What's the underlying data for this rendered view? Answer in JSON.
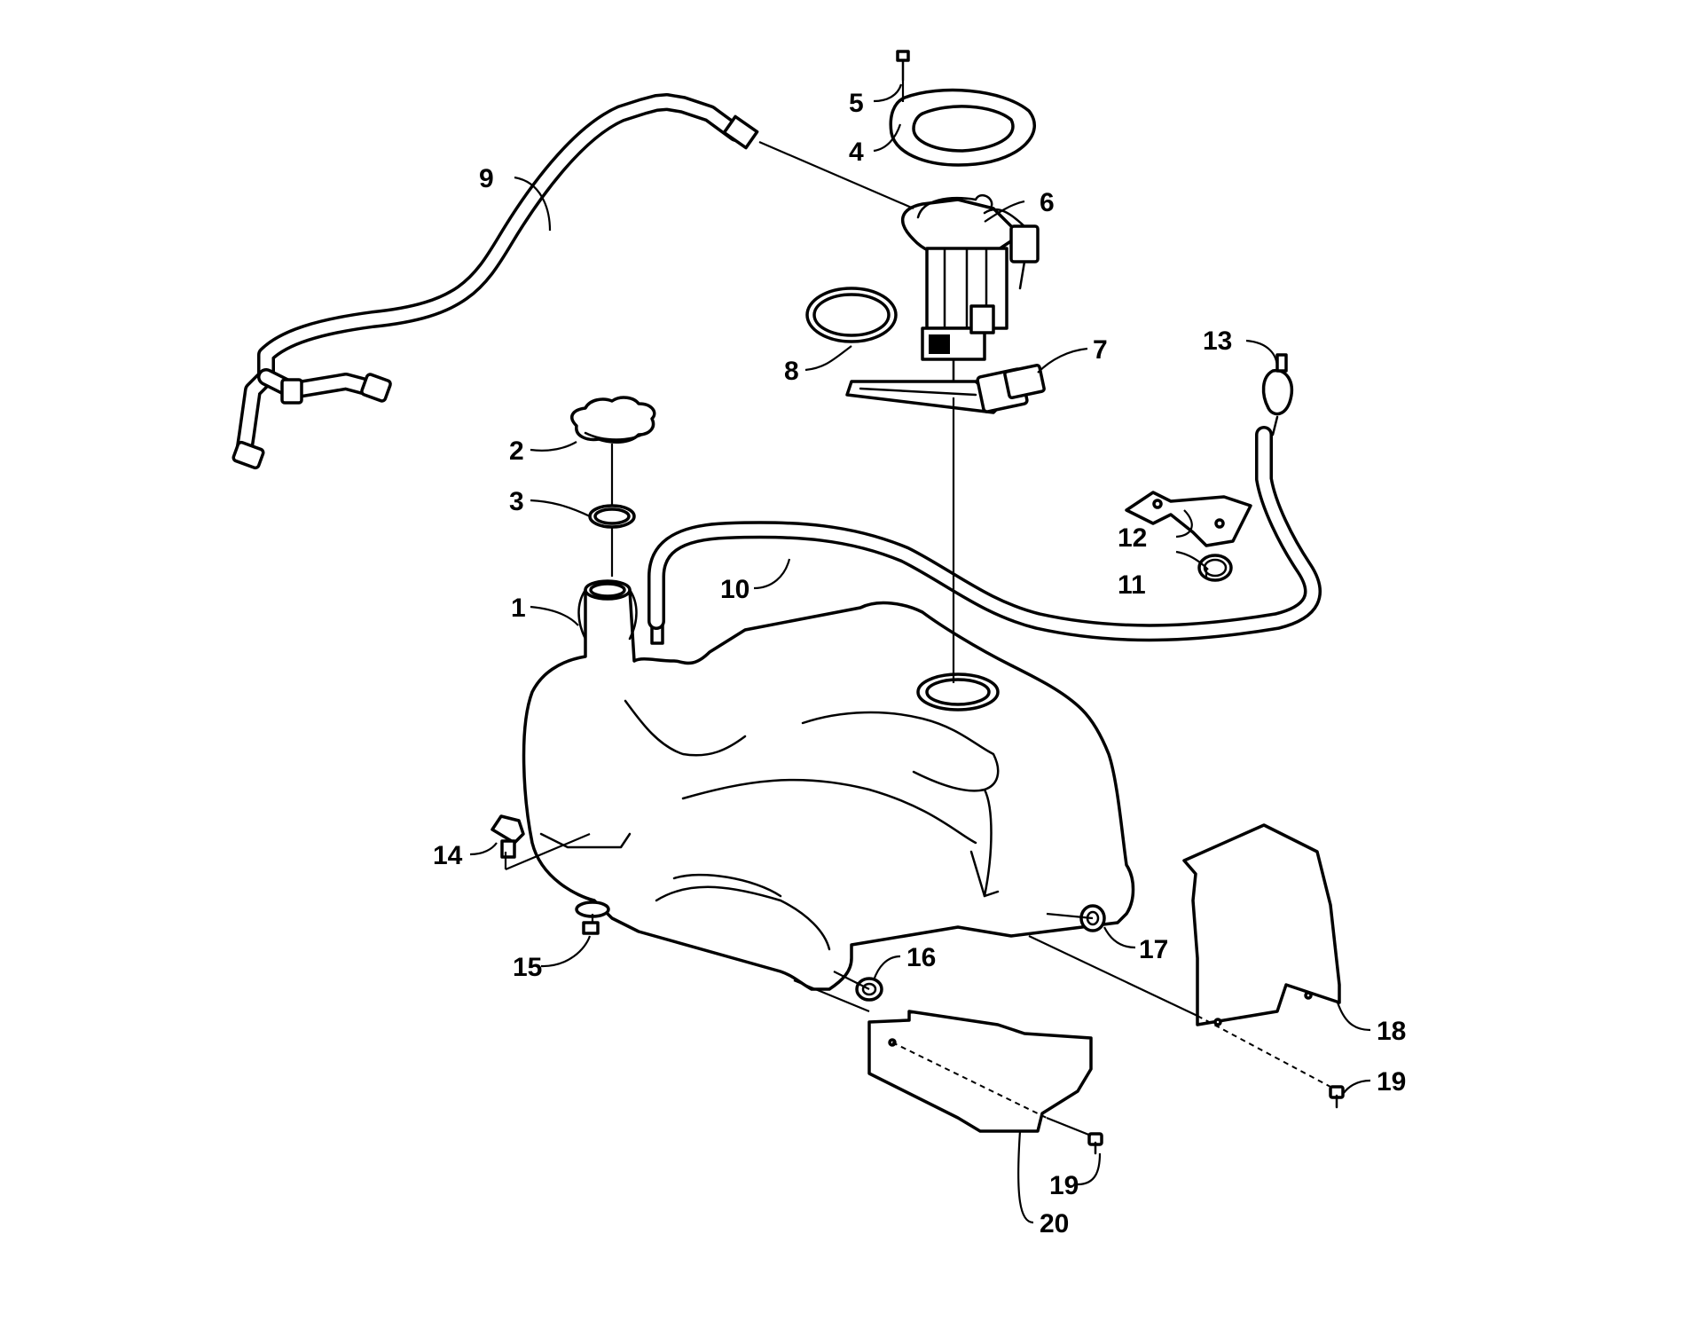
{
  "callouts": {
    "c1": "1",
    "c2": "2",
    "c3": "3",
    "c4": "4",
    "c5": "5",
    "c6": "6",
    "c7": "7",
    "c8": "8",
    "c9": "9",
    "c10": "10",
    "c11": "11",
    "c12": "12",
    "c13": "13",
    "c14": "14",
    "c15": "15",
    "c16": "16",
    "c17": "17",
    "c18": "18",
    "c19a": "19",
    "c19b": "19",
    "c20": "20"
  }
}
